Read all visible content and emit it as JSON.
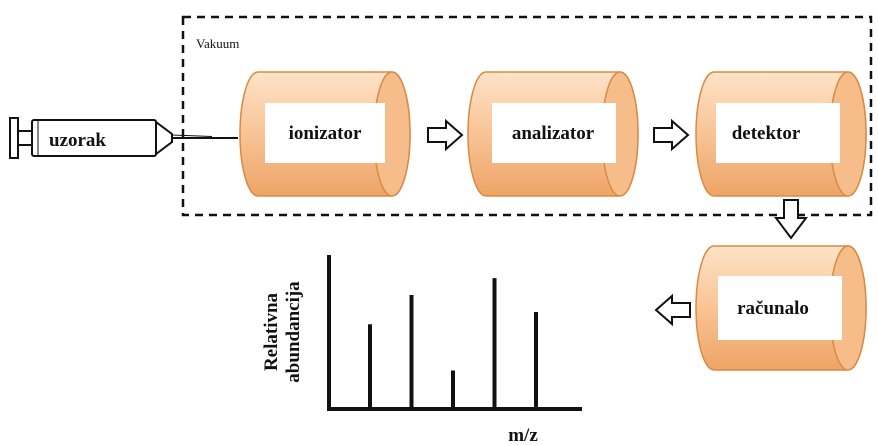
{
  "vacuum_label": "Vakuum",
  "sample_label": "uzorak",
  "components": {
    "ionizer": "ionizator",
    "analyzer": "analizator",
    "detector": "detektor",
    "computer": "računalo"
  },
  "spectrum": {
    "ylabel_line1": "Relativna",
    "ylabel_line2": "abundancija",
    "xlabel": "m/z",
    "peaks": [
      0.55,
      0.74,
      0.25,
      0.85,
      0.63
    ]
  },
  "colors": {
    "cylinder_fill": "#f9c79a",
    "cylinder_dark": "#e59a5c",
    "cylinder_stroke": "#d98b45",
    "label_box": "#ffffff",
    "line": "#111111"
  }
}
